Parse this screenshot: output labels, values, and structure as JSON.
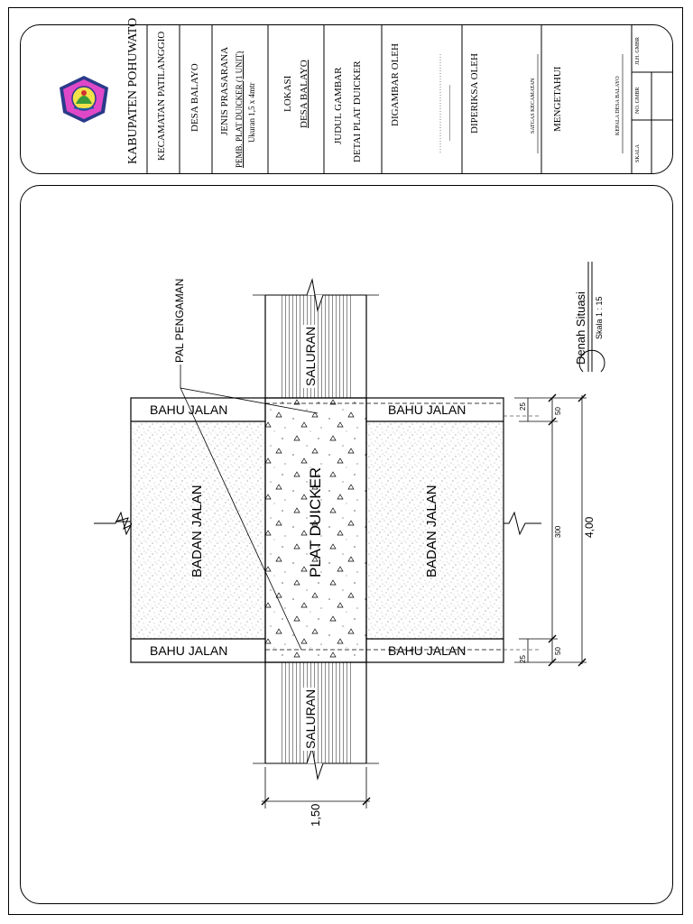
{
  "title_block": {
    "kabupaten": "KABUPATEN POHUWATO",
    "kecamatan": "KECAMATAN PATILANGGIO",
    "desa": "DESA BALAYO",
    "jenis_prasarana_label": "JENIS PRASARANA",
    "jenis_prasarana_value": "PEMB. PLAT DUICKER (1 UNIT)",
    "ukuran": "Ukuran 1,5 x 4mtr",
    "lokasi_label": "LOKASI",
    "lokasi_value": "DESA BALAYO",
    "judul_label": "JUDUL GAMBAR",
    "judul_value": "DETAI PLAT DUICKER",
    "digambar_label": "DIGAMBAR OLEH",
    "digambar_dots": "...............................",
    "diperiksa_label": "DIPERIKSA OLEH",
    "diperiksa_role": "SATGAS KECAMATAN",
    "mengetahui_label": "MENGETAHUI",
    "mengetahui_role": "KEPALA DESA BALAYO",
    "skala_label": "SKALA",
    "no_gbr_label": "NO. GMBR",
    "jlh_gbr_label": "JLH. GMBR"
  },
  "drawing": {
    "pal_pengaman": "PAL PENGAMAN",
    "bahu_jalan": "BAHU JALAN",
    "badan_jalan": "BADAN JALAN",
    "plat_duicker": "PLAT DUICKER",
    "saluran": "SALURAN",
    "denah_title": "Denah Situasi",
    "denah_scale": "Skala 1 : 15",
    "dim_total": "4,00",
    "dim_300": "300",
    "dim_50": "50",
    "dim_25": "25",
    "dim_width": "1,50"
  },
  "colors": {
    "logo_fill": "#e048c8",
    "logo_border": "#2a3a8a"
  }
}
